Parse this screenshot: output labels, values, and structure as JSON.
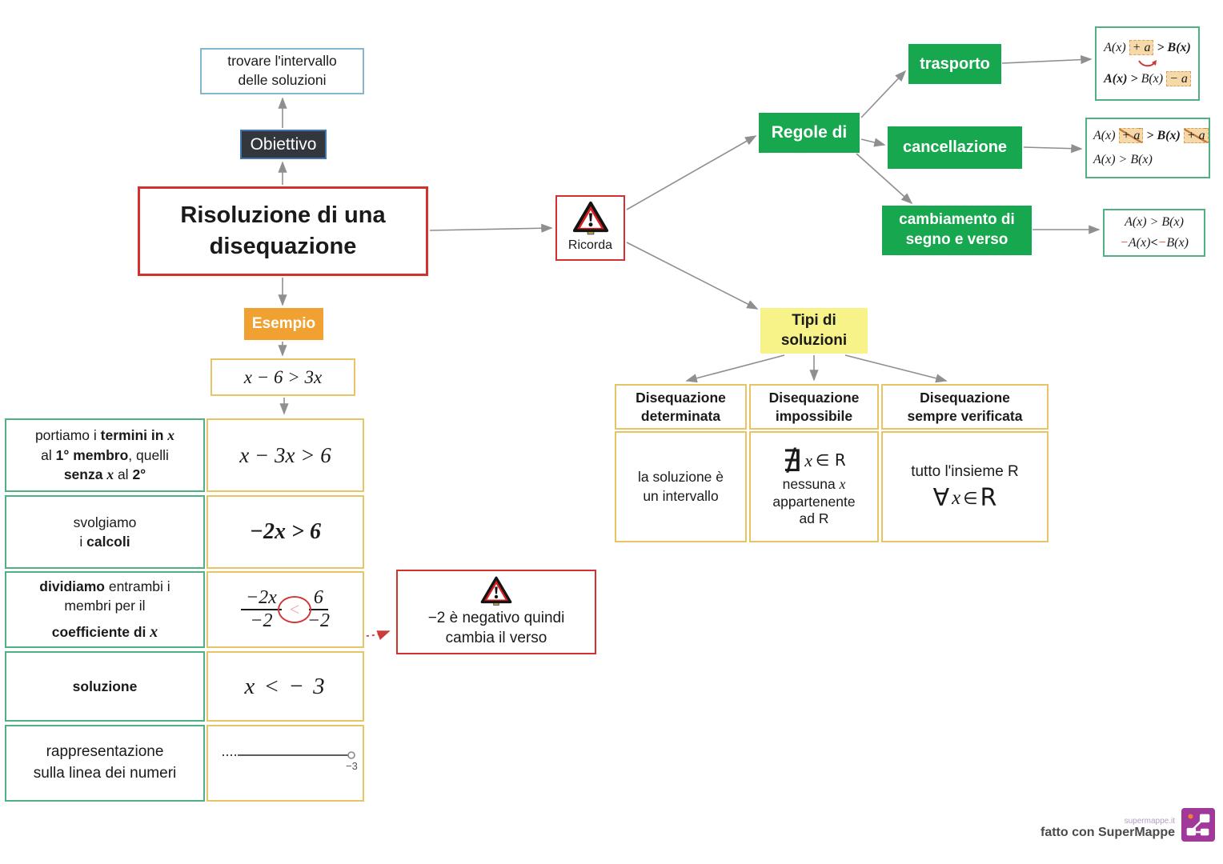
{
  "colors": {
    "red_border": "#d33030",
    "green_fill": "#17a84f",
    "green_border": "#4fb181",
    "gold_border": "#e7c465",
    "yellow_fill": "#f7f388",
    "blue_border": "#85b6d0",
    "navy_fill": "#31373d",
    "navy_border": "#4076ad",
    "orange_fill": "#f0a132",
    "arrow_gray": "#8f8f8f",
    "logo_purple": "#a1399b"
  },
  "nodes": {
    "goal": {
      "line1": "trovare l'intervallo",
      "line2": "delle soluzioni"
    },
    "obiettivo": {
      "label": "Obiettivo"
    },
    "main": {
      "line1": "Risoluzione di una",
      "line2": "disequazione"
    },
    "esempio": {
      "label": "Esempio"
    },
    "esempio_eq": {
      "value": "x − 6 > 3x"
    },
    "ricorda": {
      "label": "Ricorda"
    },
    "regole": {
      "label": "Regole di"
    },
    "trasporto": {
      "label": "trasporto"
    },
    "cancellazione": {
      "label": "cancellazione"
    },
    "cambiamento": {
      "line1": "cambiamento di",
      "line2": "segno e verso"
    },
    "tipi": {
      "line1": "Tipi di",
      "line2": "soluzioni"
    },
    "avviso": {
      "line1": "−2 è negativo quindi",
      "line2": "cambia il verso"
    }
  },
  "rules": {
    "trasporto": {
      "l1a": "A(x)",
      "l1hl": "+ a",
      "l1b": "> B(x)",
      "l2a": "A(x) >",
      "l2b": "B(x)",
      "l2hl": "− a"
    },
    "cancellazione": {
      "l1a": "A(x)",
      "l1hl1": "+ a",
      "l1b": "> B(x)",
      "l1hl2": "+ a",
      "l2": "A(x) > B(x)"
    },
    "cambiamento": {
      "l1": "A(x) > B(x)",
      "l2m1": "−",
      "l2a": "A(x)",
      "l2op": "<",
      "l2m2": "−",
      "l2b": "B(x)"
    }
  },
  "steps": {
    "s1": {
      "l1a": "portiamo i ",
      "l1b": "termini in ",
      "l1x": "x",
      "l2a": "al ",
      "l2b": "1° membro",
      "l2c": ", quelli",
      "l3a": "senza ",
      "l3x": "x",
      "l3b": " al ",
      "l3c": "2°",
      "math": "x − 3x > 6"
    },
    "s2": {
      "l1": "svolgiamo",
      "l2a": "i ",
      "l2b": "calcoli",
      "math": "−2x > 6"
    },
    "s3": {
      "l1a": "dividiamo",
      "l1b": " entrambi i",
      "l2": "membri per il",
      "l3a": "coefficiente di ",
      "l3x": "x",
      "num1": "−2x",
      "den1": "−2",
      "op": "<",
      "num2": "6",
      "den2": "−2"
    },
    "s4": {
      "l1": "soluzione",
      "math": "x < − 3"
    },
    "s5": {
      "l1": "rappresentazione",
      "l2": "sulla linea dei numeri",
      "numberline_label": "−3"
    }
  },
  "solution_types": {
    "determinata": {
      "h1": "Disequazione",
      "h2": "determinata",
      "b1": "la soluzione è",
      "b2": "un intervallo"
    },
    "impossibile": {
      "h1": "Disequazione",
      "h2": "impossibile",
      "sym": "∄",
      "symx": "x",
      "symrest": " ∈ R",
      "b1a": "nessuna ",
      "b1x": "x",
      "b2": "appartenente",
      "b3": "ad R"
    },
    "verificata": {
      "h1": "Disequazione",
      "h2": "sempre verificata",
      "b1": "tutto l'insieme R",
      "fa": "∀",
      "fx": "x",
      "fin": " ∈ ",
      "fr": "R"
    }
  },
  "footer": {
    "site": "supermappe.it",
    "credit": "fatto con SuperMappe"
  }
}
